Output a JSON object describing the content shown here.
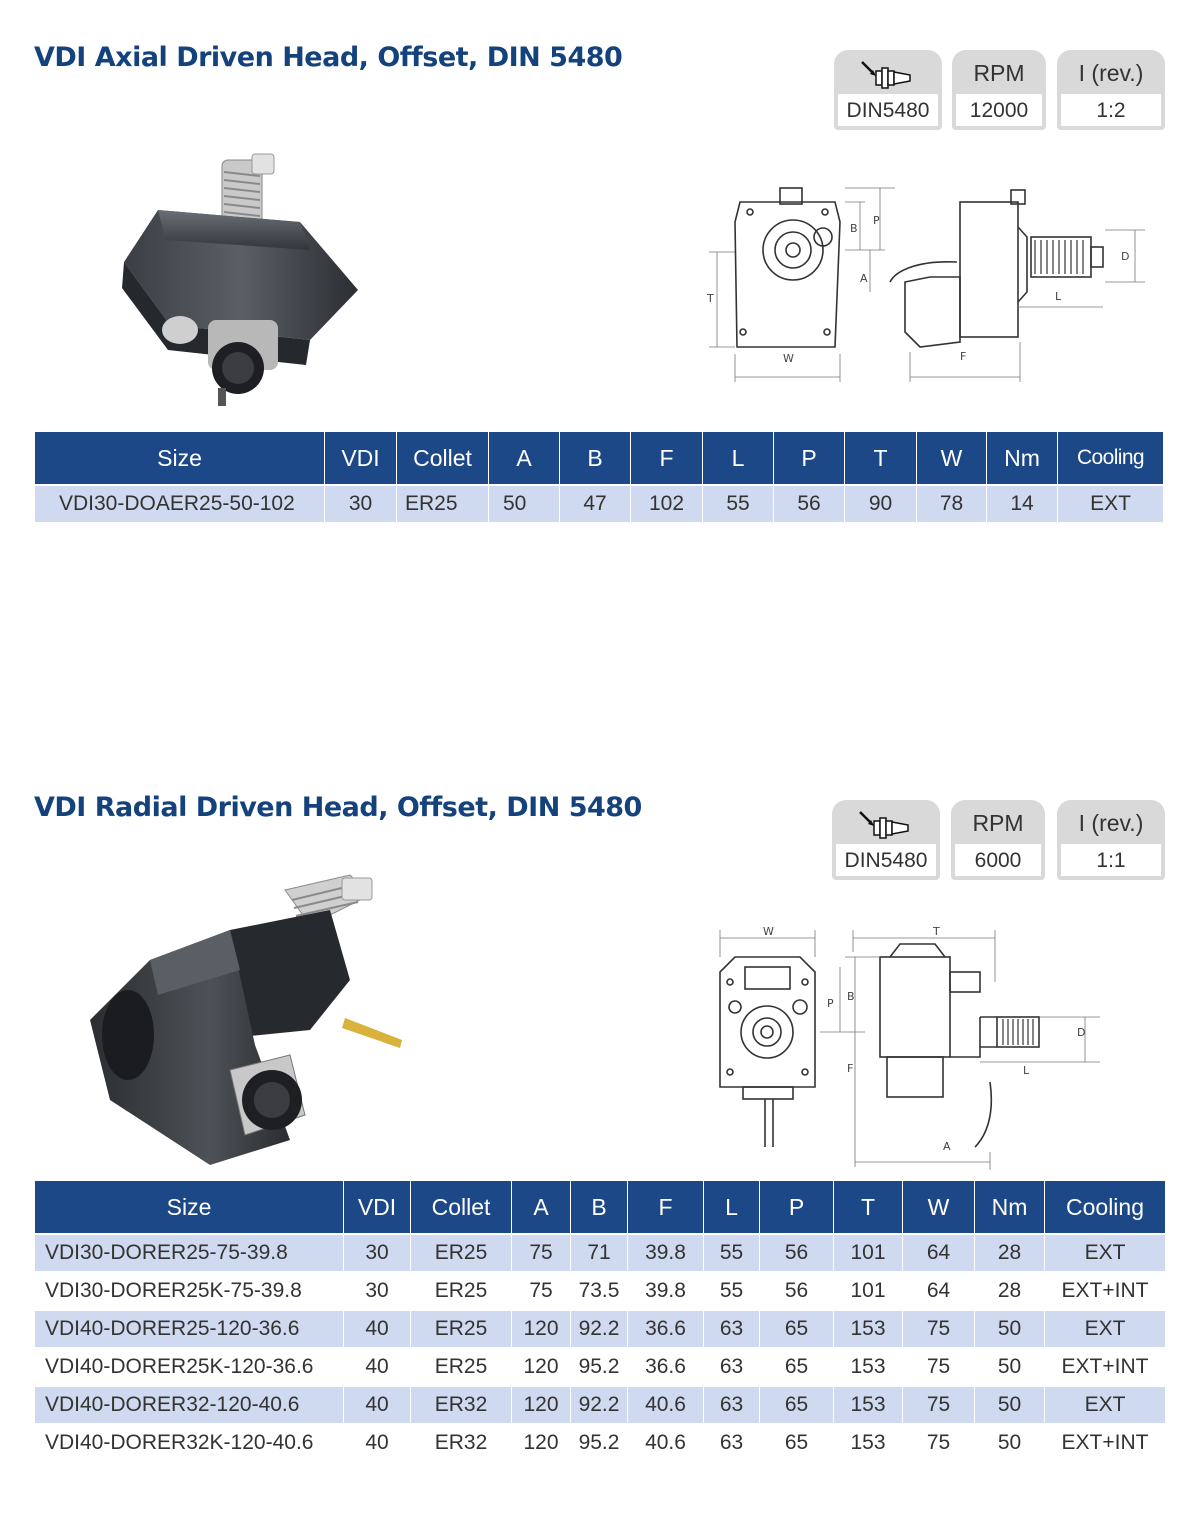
{
  "section1": {
    "title": "VDI Axial Driven Head, Offset, DIN 5480",
    "specs": {
      "shank": {
        "icon": "tool-shank-icon",
        "value": "DIN5480"
      },
      "rpm": {
        "label": "RPM",
        "value": "12000"
      },
      "ratio": {
        "label": "I (rev.)",
        "value": "1:2"
      }
    },
    "table": {
      "headers": [
        "Size",
        "VDI",
        "Collet",
        "A",
        "B",
        "F",
        "L",
        "P",
        "T",
        "W",
        "Nm",
        "Cooling"
      ],
      "rows": [
        [
          "VDI30-DOAER25-50-102",
          "30",
          "ER25",
          "50",
          "47",
          "102",
          "55",
          "56",
          "90",
          "78",
          "14",
          "EXT"
        ]
      ]
    },
    "drawing_labels": {
      "p": "P",
      "b": "B",
      "a": "A",
      "t": "T",
      "w": "W",
      "f": "F",
      "l": "L",
      "d": "D"
    }
  },
  "section2": {
    "title": "VDI Radial Driven Head, Offset, DIN 5480",
    "specs": {
      "shank": {
        "icon": "tool-shank-icon",
        "value": "DIN5480"
      },
      "rpm": {
        "label": "RPM",
        "value": "6000"
      },
      "ratio": {
        "label": "I (rev.)",
        "value": "1:1"
      }
    },
    "table": {
      "headers": [
        "Size",
        "VDI",
        "Collet",
        "A",
        "B",
        "F",
        "L",
        "P",
        "T",
        "W",
        "Nm",
        "Cooling"
      ],
      "rows": [
        [
          "VDI30-DORER25-75-39.8",
          "30",
          "ER25",
          "75",
          "71",
          "39.8",
          "55",
          "56",
          "101",
          "64",
          "28",
          "EXT"
        ],
        [
          "VDI30-DORER25K-75-39.8",
          "30",
          "ER25",
          "75",
          "73.5",
          "39.8",
          "55",
          "56",
          "101",
          "64",
          "28",
          "EXT+INT"
        ],
        [
          "VDI40-DORER25-120-36.6",
          "40",
          "ER25",
          "120",
          "92.2",
          "36.6",
          "63",
          "65",
          "153",
          "75",
          "50",
          "EXT"
        ],
        [
          "VDI40-DORER25K-120-36.6",
          "40",
          "ER25",
          "120",
          "95.2",
          "36.6",
          "63",
          "65",
          "153",
          "75",
          "50",
          "EXT+INT"
        ],
        [
          "VDI40-DORER32-120-40.6",
          "40",
          "ER32",
          "120",
          "92.2",
          "40.6",
          "63",
          "65",
          "153",
          "75",
          "50",
          "EXT"
        ],
        [
          "VDI40-DORER32K-120-40.6",
          "40",
          "ER32",
          "120",
          "95.2",
          "40.6",
          "63",
          "65",
          "153",
          "75",
          "50",
          "EXT+INT"
        ]
      ]
    },
    "drawing_labels": {
      "w": "W",
      "t": "T",
      "p": "P",
      "b": "B",
      "f": "F",
      "a": "A",
      "l": "L",
      "d": "D"
    }
  }
}
